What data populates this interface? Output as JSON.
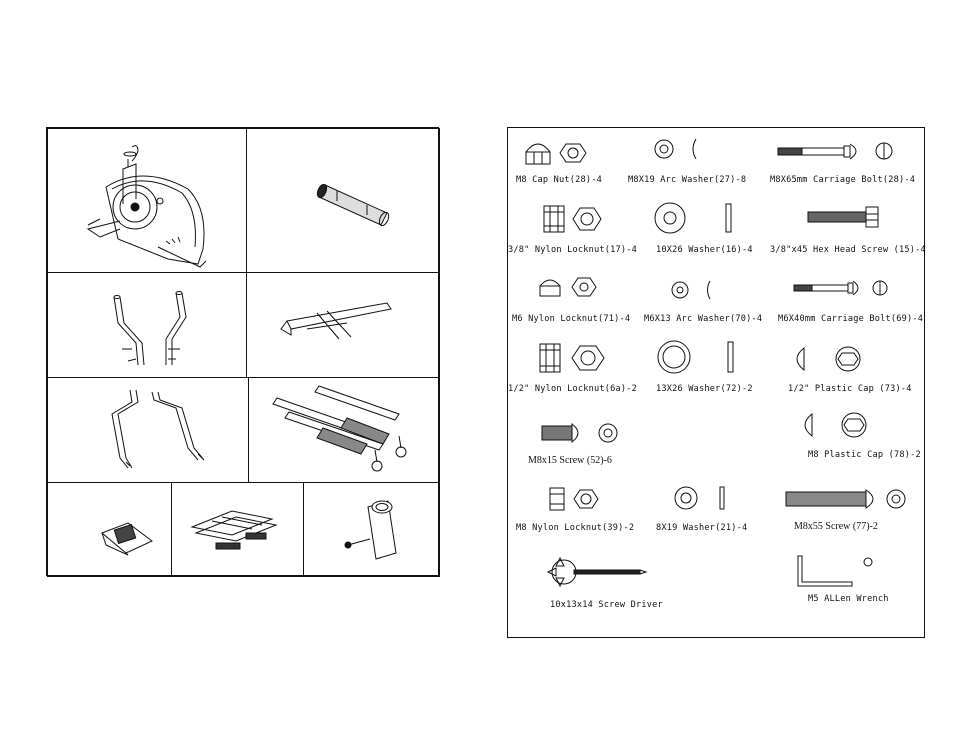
{
  "hardware": [
    {
      "id": "m8-cap-nut",
      "label": "M8 Cap Nut(28)-4"
    },
    {
      "id": "m8x19-arc-washer",
      "label": "M8X19 Arc Washer(27)-8"
    },
    {
      "id": "m8x65-carriage-bolt",
      "label": "M8X65mm  Carriage Bolt(28)-4"
    },
    {
      "id": "nylon-locknut-3-8",
      "label": "3/8\"  Nylon Locknut(17)-4"
    },
    {
      "id": "washer-10x26",
      "label": "10X26  Washer(16)-4"
    },
    {
      "id": "hex-head-screw",
      "label": "3/8\"x45 Hex Head Screw (15)-4"
    },
    {
      "id": "m6-nylon-locknut",
      "label": "M6 Nylon Locknut(71)-4"
    },
    {
      "id": "m6x13-arc-washer",
      "label": "M6X13 Arc Washer(70)-4"
    },
    {
      "id": "m6x40-carriage-bolt",
      "label": "M6X40mm Carriage Bolt(69)-4"
    },
    {
      "id": "nylon-locknut-1-2",
      "label": "1/2\" Nylon Locknut(6a)-2"
    },
    {
      "id": "washer-13x26",
      "label": "13X26 Washer(72)-2"
    },
    {
      "id": "plastic-cap-1-2",
      "label": "1/2\" Plastic Cap (73)-4"
    },
    {
      "id": "m8x15-screw",
      "label": "M8x15 Screw (52)-6"
    },
    {
      "id": "m8-plastic-cap",
      "label": "M8 Plastic Cap (78)-2"
    },
    {
      "id": "m8-nylon-locknut",
      "label": "M8 Nylon Locknut(39)-2"
    },
    {
      "id": "washer-8x19",
      "label": "8X19  Washer(21)-4"
    },
    {
      "id": "m8x55-screw",
      "label": "M8x55 Screw (77)-2"
    },
    {
      "id": "screw-driver",
      "label": "10x13x14   Screw Driver"
    },
    {
      "id": "allen-wrench",
      "label": "M5  ALLen Wrench"
    }
  ]
}
